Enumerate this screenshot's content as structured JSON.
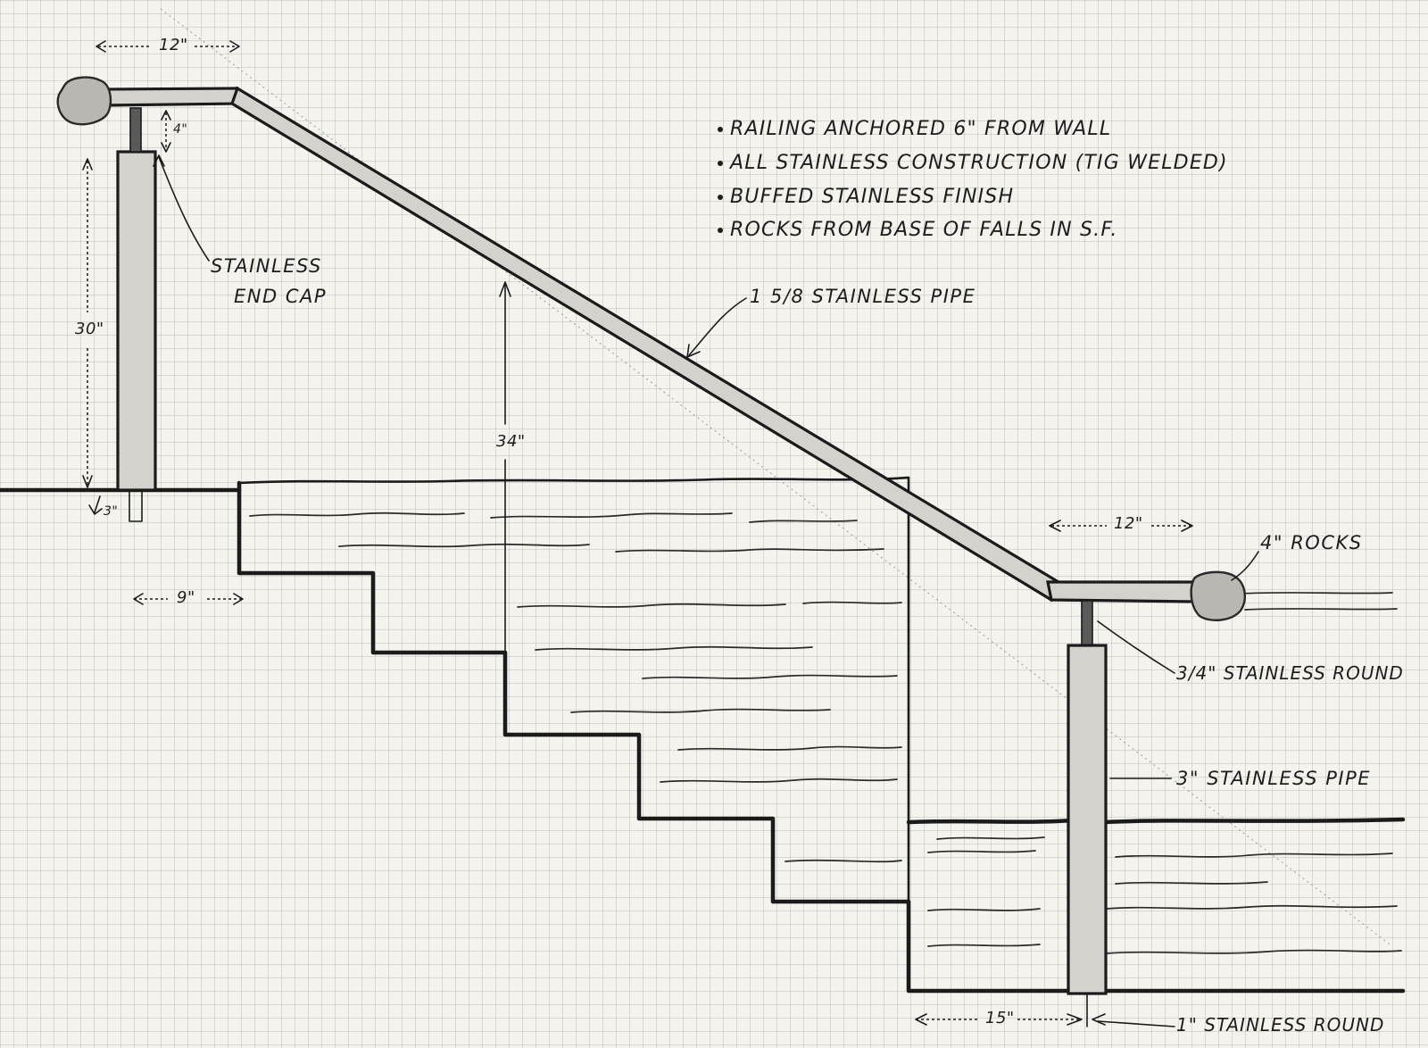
{
  "notes": [
    "RAILING ANCHORED 6\" FROM WALL",
    "ALL STAINLESS CONSTRUCTION (TIG WELDED)",
    "BUFFED STAINLESS FINISH",
    "ROCKS FROM BASE OF FALLS IN S.F."
  ],
  "labels": {
    "end_cap": [
      "STAINLESS",
      "END CAP"
    ],
    "rail_pipe": "1 5/8 STAINLESS PIPE",
    "rocks": "4\" ROCKS",
    "round_three_quarter": "3/4\" STAINLESS ROUND",
    "post_pipe": "3\" STAINLESS PIPE",
    "round_one": "1\" STAINLESS ROUND"
  },
  "dimensions": {
    "top_overhang": "12\"",
    "rod_height": "4\"",
    "post_height": "30\"",
    "embed": "3\"",
    "tread": "9\"",
    "rail_height": "34\"",
    "bottom_overhang": "12\"",
    "bottom_offset": "15\""
  }
}
